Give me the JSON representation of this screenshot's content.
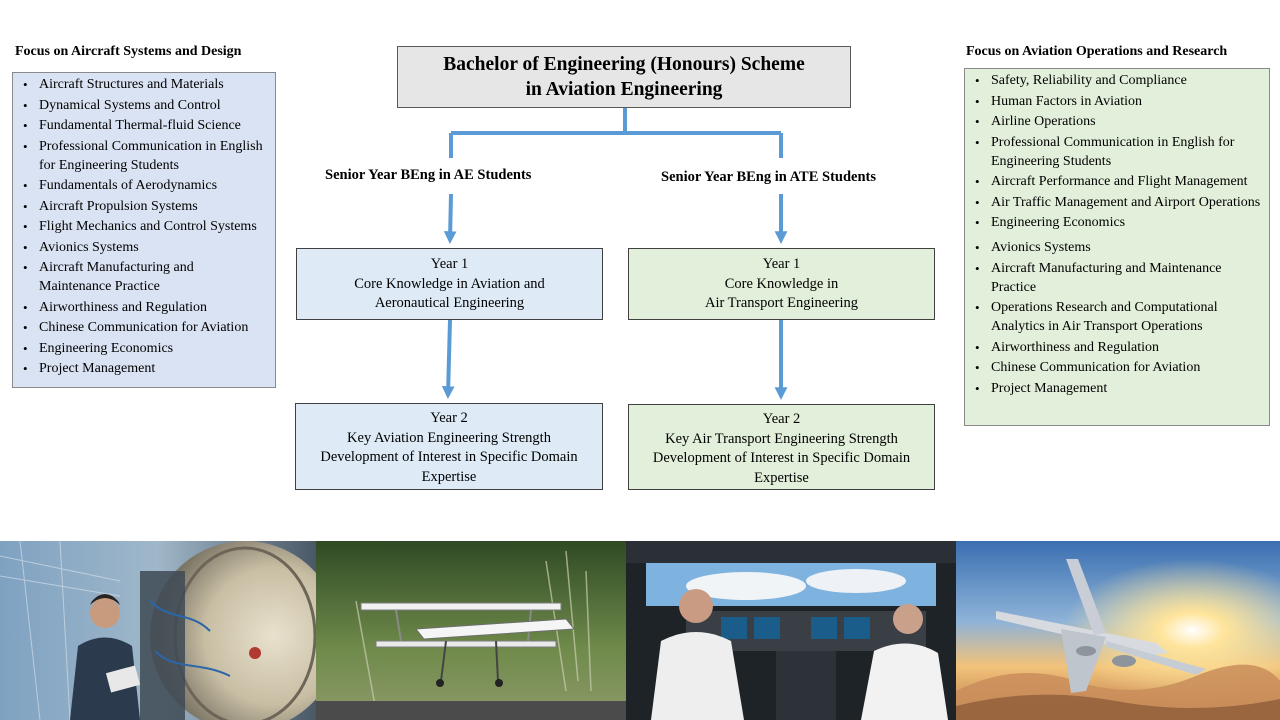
{
  "title": {
    "line1": "Bachelor of Engineering  (Honours)  Scheme",
    "line2": "in Aviation  Engineering"
  },
  "left_panel": {
    "heading": "Focus on Aircraft  Systems and Design",
    "items": [
      "Aircraft Structures and Materials",
      "Dynamical Systems and Control",
      "Fundamental Thermal-fluid Science",
      "Professional Communication  in English  for Engineering Students",
      "Fundamentals of Aerodynamics",
      "Aircraft Propulsion Systems",
      "Flight Mechanics and Control Systems",
      "Avionics Systems",
      "Aircraft Manufacturing and Maintenance Practice",
      "Airworthiness and Regulation",
      "Chinese Communication  for Aviation",
      "Engineering Economics",
      "Project Management"
    ]
  },
  "right_panel": {
    "heading": "Focus on Aviation Operations  and  Research",
    "items": [
      "Safety, Reliability  and Compliance",
      "Human Factors in Aviation",
      "Airline  Operations",
      "Professional Communication  in English  for Engineering Students",
      "Aircraft Performance and Flight Management",
      "Air Traffic Management and Airport Operations",
      "Engineering  Economics",
      "Avionics Systems",
      "Aircraft Manufacturing and Maintenance Practice",
      "Operations Research and Computational Analytics in Air Transport Operations",
      "Airworthiness and Regulation",
      "Chinese Communication  for Aviation",
      "Project Management"
    ]
  },
  "ae_branch": {
    "label": "Senior Year BEng  in AE Students",
    "year1": {
      "title": "Year  1",
      "line1": "Core Knowledge  in Aviation   and",
      "line2": "Aeronautical  Engineering"
    },
    "year2": {
      "title": "Year  2",
      "line1": "Key Aviation  Engineering  Strength",
      "line2": "Development  of Interest in Specific  Domain",
      "line3": "Expertise"
    }
  },
  "ate_branch": {
    "label": "Senior Year  BEng  in ATE  Students",
    "year1": {
      "title": "Year  1",
      "line1": "Core Knowledge   in",
      "line2": "Air Transport  Engineering"
    },
    "year2": {
      "title": "Year  2",
      "line1": "Key Air Transport  Engineering  Strength",
      "line2": "Development  of Interest in Specific  Domain",
      "line3": "Expertise"
    }
  },
  "photos": [
    "engineer-inspecting-engine-photo",
    "biplane-drone-landing-photo",
    "pilots-in-cockpit-photo",
    "airliner-above-clouds-sunset-photo"
  ],
  "colors": {
    "connector": "#5b9bd5",
    "left_panel_fill": "#dae3f3",
    "right_panel_fill": "#e2efda",
    "title_fill": "#e7e6e6"
  }
}
